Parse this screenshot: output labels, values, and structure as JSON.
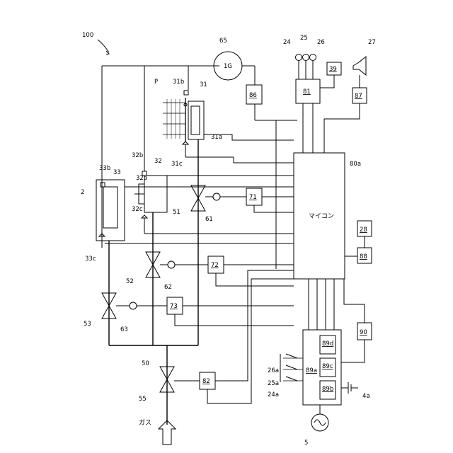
{
  "labels": {
    "system": "100",
    "generator": "65",
    "generator_text": "1G",
    "sensor_24": "24",
    "sensor_25": "25",
    "sensor_26": "26",
    "speaker": "27",
    "block_39": "39",
    "block_81": "81",
    "block_86": "86",
    "block_87": "87",
    "pot": "P",
    "burner_31": "31",
    "burner_31a": "31a",
    "burner_31b": "31b",
    "burner_31c": "31c",
    "burner_32": "32",
    "burner_32a": "32a",
    "burner_32b": "32b",
    "burner_32c": "32c",
    "burner_33": "33",
    "burner_33b": "33b",
    "burner_33c": "33c",
    "unit_2": "2",
    "valve_51": "51",
    "valve_52": "52",
    "valve_53": "53",
    "valve_55": "55",
    "coil_61": "61",
    "coil_62": "62",
    "coil_63": "63",
    "block_71": "71",
    "block_72": "72",
    "block_73": "73",
    "block_82": "82",
    "pipe_50": "50",
    "gas_inlet": "ガス",
    "microcomputer": "マイコン",
    "microcomputer_ref": "80a",
    "block_28": "28",
    "block_88": "88",
    "block_90": "90",
    "switch_24a": "24a",
    "switch_25a": "25a",
    "switch_26a": "26a",
    "block_89a": "89a",
    "block_89b": "89b",
    "block_89c": "89c",
    "block_89d": "89d",
    "battery": "4a",
    "ac_source": "5"
  }
}
